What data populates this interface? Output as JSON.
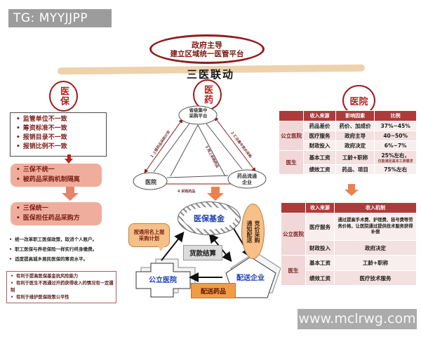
{
  "page": {
    "tg_badge": "TG: MYYJJPP",
    "watermark": "www.mclrwg.com",
    "accent_red": "#9b1b1b",
    "salmon": "#efae9d",
    "orange": "#f6c189"
  },
  "header": {
    "oval_line1": "政府主导",
    "oval_line2": "建立区域统一医管平台",
    "band_title": "三医联动"
  },
  "insurance": {
    "title": "医保",
    "issues": [
      "监管单位不一致",
      "筹资标准不一致",
      "报销目录不一致",
      "报销比例不一致"
    ],
    "before": [
      "三保不统一",
      "被药品采购机制隔离"
    ],
    "after": [
      "三保统一",
      "医保担任药品采购方"
    ],
    "notes": [
      "统一改革职工医保政策，取消个人账户。",
      "职工医保与养老保险一样实行终身缴费。",
      "适度提高城乡居民医保的筹资水平。"
    ],
    "benefits": [
      "有利于提高医保基金抗风险能力",
      "有利于医生不再通过开药获得收入的情况有一定遏制",
      "有利于维护医保政策公平性"
    ]
  },
  "pharma": {
    "title": "医药",
    "platform_line1": "省级集中",
    "platform_line2": "采购平台",
    "hospital": "医院",
    "distributor_line1": "药品流通",
    "distributor_line2": "企业",
    "edge1": "1 上报药品采购计划",
    "edge2": "2 汇总集中竞价采购",
    "edge3": "3 网上采购药品",
    "edge4": "4 采购药品",
    "fund": "医保基金",
    "bubble_line1": "按通用名上报",
    "bubble_line2": "采购计划",
    "settlement": "货款结算",
    "bid_left": "通知配送",
    "bid_right": "竞价采购",
    "public_hospital": "公立医院",
    "delivery_company": "配送企业",
    "deliver_drugs": "配送药品"
  },
  "hospital": {
    "title": "医院",
    "table1": {
      "headers": [
        "收入来源",
        "影响因素",
        "比例"
      ],
      "groups": [
        {
          "label": "公立医院",
          "rows": [
            [
              "药品差价",
              "药价、加成价",
              "37%~45%"
            ],
            [
              "医疗服务",
              "政府主导",
              "40~50%"
            ],
            [
              "财政投入",
              "政府决定",
              "6%~7%"
            ]
          ]
        },
        {
          "label": "医生",
          "rows": [
            [
              "基本工资",
              "工龄+职称",
              "25%左右，"
            ],
            [
              "绩效工资",
              "药品、项目",
              "75%左右"
            ]
          ]
        }
      ],
      "note": "仅能满足基本工资需求"
    },
    "table2": {
      "headers": [
        "收入来源",
        "收入机制"
      ],
      "groups": [
        {
          "label": "公立医院",
          "rows": [
            [
              "医疗服务",
              "通过提高手术费、护理费、挂号费等劳务价格，让医院通过提供技术服务获得补偿"
            ],
            [
              "财政投入",
              "政府决定"
            ]
          ]
        },
        {
          "label": "医生",
          "rows": [
            [
              "基本工资",
              "工龄+职称"
            ],
            [
              "绩效工资",
              "医疗技术服务"
            ]
          ]
        }
      ]
    }
  }
}
